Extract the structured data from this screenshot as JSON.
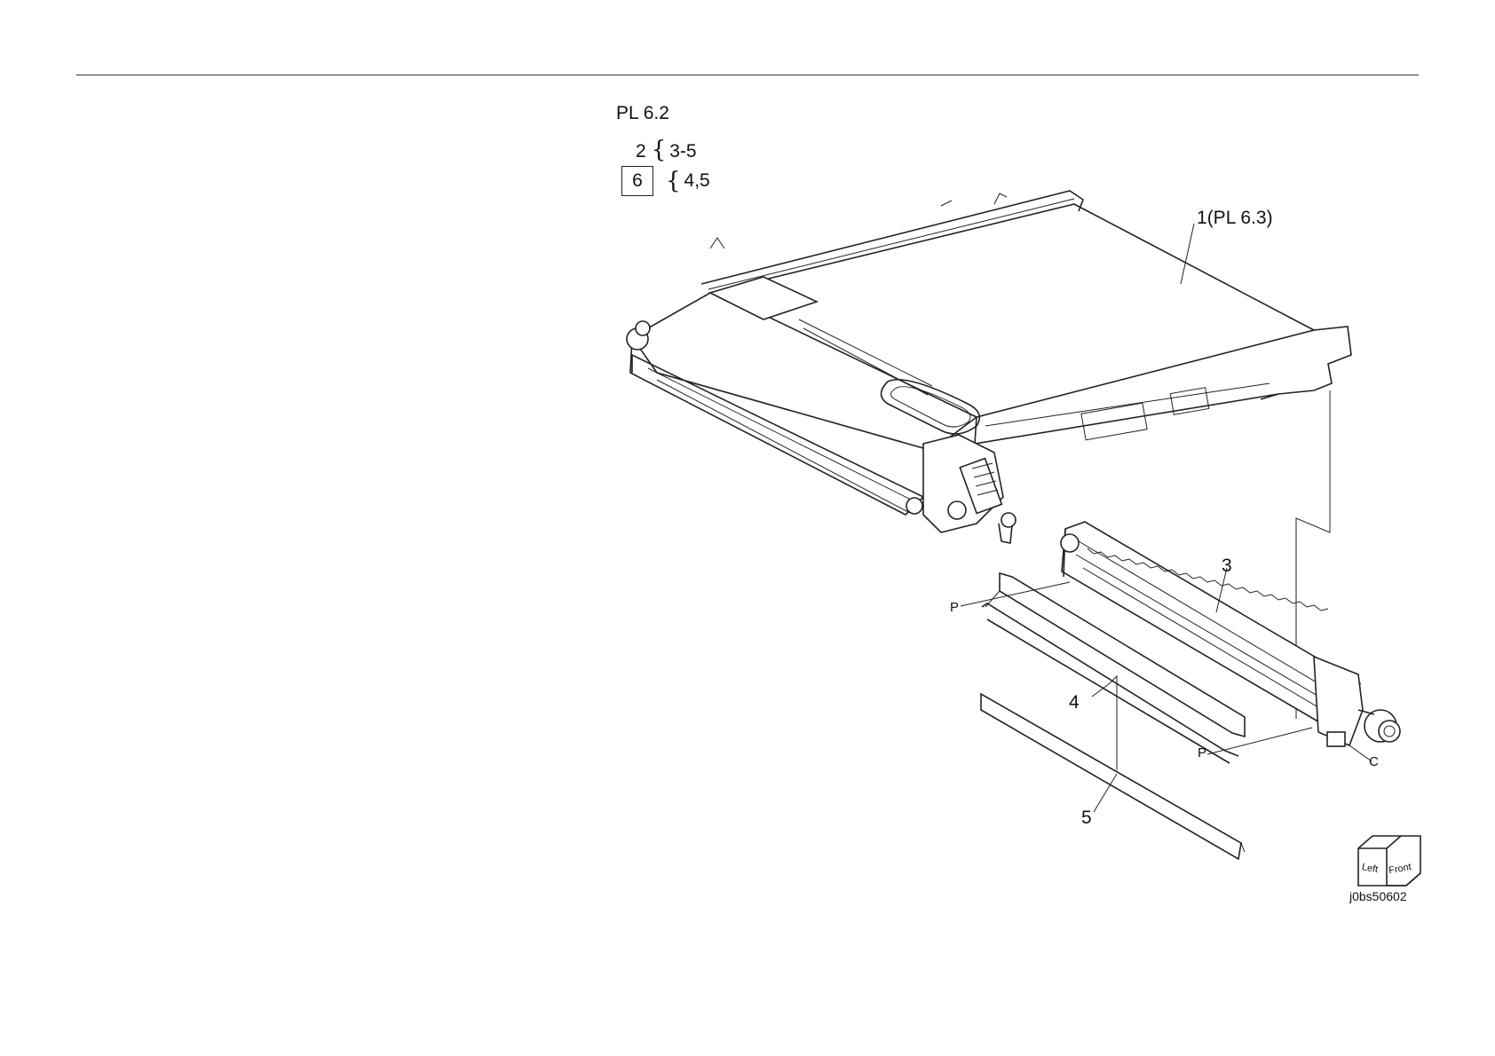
{
  "header": {
    "parts_list": "PL 6.2"
  },
  "legend": {
    "row1": {
      "item": "2",
      "children": "3-5"
    },
    "row2": {
      "item": "6",
      "children": "4,5"
    }
  },
  "callouts": {
    "c1": "1",
    "c1_ref": "(PL 6.3)",
    "c3": "3",
    "c4": "4",
    "c5": "5",
    "p_top": "P",
    "p_bottom": "P",
    "c_label": "C"
  },
  "orientation_cube": {
    "left_face": "Left",
    "front_face": "Front"
  },
  "figure_id": "j0bs50602",
  "icons": [
    "orientation-cube-icon"
  ]
}
